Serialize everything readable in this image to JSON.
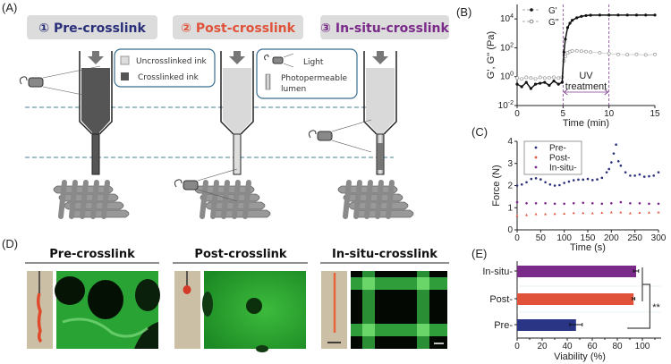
{
  "panel_labels": {
    "a": "(A)",
    "b": "(B)",
    "c": "(C)",
    "d": "(D)",
    "e": "(E)"
  },
  "panel_a": {
    "methods": [
      {
        "label": "① Pre-crosslink",
        "color": "#2a2f7a"
      },
      {
        "label": "② Post-crosslink",
        "color": "#e0533a"
      },
      {
        "label": "③ In-situ-crosslink",
        "color": "#7a2b8a"
      }
    ],
    "legend1": {
      "uncrosslinked": "Uncrosslinked ink",
      "crosslinked": "Crosslinked ink"
    },
    "legend2": {
      "light": "Light",
      "lumen_line1": "Photopermeable",
      "lumen_line2": "lumen"
    }
  },
  "panel_d": {
    "titles": [
      "Pre-crosslink",
      "Post-crosslink",
      "In-situ-crosslink"
    ]
  },
  "chart_data": [
    {
      "id": "B",
      "type": "scatter",
      "xlabel": "Time (min)",
      "ylabel": "G', G'' (Pa)",
      "xlim": [
        0,
        15
      ],
      "ylim_log10": [
        -2,
        5
      ],
      "yscale": "log",
      "xticks": [
        "0",
        "5",
        "10",
        "15"
      ],
      "yticks": [
        {
          "exp": -2,
          "label": "10-2"
        },
        {
          "exp": 0,
          "label": "100"
        },
        {
          "exp": 2,
          "label": "102"
        },
        {
          "exp": 4,
          "label": "104"
        }
      ],
      "annotation": {
        "line1": "UV",
        "line2": "treatment",
        "from": 5,
        "to": 10,
        "color": "#7a3a8a"
      },
      "legend": [
        "G'",
        "G''"
      ],
      "x": [
        0,
        0.5,
        1,
        1.5,
        2,
        2.5,
        3,
        3.5,
        4,
        4.5,
        4.9,
        5.1,
        5.25,
        5.5,
        5.75,
        6,
        6.5,
        7,
        7.5,
        8,
        9,
        10,
        11,
        12,
        13,
        14,
        15
      ],
      "series": [
        {
          "name": "G'",
          "values": [
            0.3,
            0.2,
            0.4,
            0.15,
            0.3,
            0.35,
            0.4,
            0.25,
            0.5,
            0.3,
            0.4,
            50,
            400,
            2500,
            5000,
            8000,
            12000,
            15000,
            17000,
            18000,
            18500,
            18500,
            18500,
            18500,
            18500,
            18500,
            18500
          ]
        },
        {
          "name": "G''",
          "values": [
            0.8,
            0.7,
            0.9,
            0.8,
            0.7,
            0.9,
            0.8,
            0.85,
            0.9,
            0.8,
            0.9,
            12,
            25,
            45,
            55,
            60,
            62,
            58,
            55,
            50,
            45,
            40,
            35,
            33,
            35,
            32,
            35
          ]
        }
      ]
    },
    {
      "id": "C",
      "type": "scatter",
      "xlabel": "Time (s)",
      "ylabel": "Force (N)",
      "xlim": [
        0,
        300
      ],
      "ylim": [
        0,
        4
      ],
      "xticks": [
        "0",
        "50",
        "100",
        "150",
        "200",
        "250",
        "300"
      ],
      "yticks": [
        "0",
        "1",
        "2",
        "3",
        "4"
      ],
      "legend": [
        "Pre-",
        "Post-",
        "In-situ-"
      ],
      "series": [
        {
          "name": "Pre-",
          "color": "#2a2f7a",
          "x": [
            0,
            10,
            20,
            30,
            40,
            50,
            60,
            70,
            80,
            90,
            100,
            110,
            120,
            130,
            140,
            150,
            160,
            170,
            180,
            190,
            195,
            200,
            205,
            210,
            215,
            220,
            230,
            240,
            250,
            260,
            270,
            280,
            290,
            300
          ],
          "values": [
            2.0,
            2.05,
            2.15,
            2.3,
            2.33,
            2.28,
            2.15,
            2.05,
            2.0,
            2.02,
            2.12,
            2.18,
            2.24,
            2.27,
            2.27,
            2.3,
            2.25,
            2.28,
            2.35,
            2.6,
            2.75,
            3.05,
            3.45,
            3.85,
            3.1,
            2.9,
            2.6,
            2.45,
            2.45,
            2.5,
            2.4,
            2.42,
            2.45,
            2.6
          ]
        },
        {
          "name": "Post-",
          "color": "#e0533a",
          "x": [
            0,
            20,
            40,
            60,
            80,
            100,
            120,
            140,
            160,
            180,
            200,
            220,
            240,
            260,
            280,
            300
          ],
          "values": [
            0.65,
            0.68,
            0.72,
            0.72,
            0.73,
            0.74,
            0.77,
            0.77,
            0.76,
            0.78,
            0.8,
            0.8,
            0.76,
            0.78,
            0.79,
            0.8
          ]
        },
        {
          "name": "In-situ-",
          "color": "#7a2b8a",
          "x": [
            0,
            20,
            40,
            60,
            80,
            100,
            120,
            140,
            160,
            180,
            200,
            220,
            240,
            260,
            280,
            300
          ],
          "values": [
            1.25,
            1.2,
            1.2,
            1.2,
            1.18,
            1.18,
            1.2,
            1.22,
            1.2,
            1.18,
            1.2,
            1.25,
            1.2,
            1.2,
            1.18,
            1.18
          ]
        }
      ]
    },
    {
      "id": "E",
      "type": "bar",
      "orientation": "horizontal",
      "xlabel": "Viability (%)",
      "xlim": [
        0,
        115
      ],
      "xticks": [
        "0",
        "20",
        "40",
        "60",
        "80",
        "100"
      ],
      "categories": [
        "In-situ-",
        "Post-",
        "Pre-"
      ],
      "values": [
        95,
        93,
        47
      ],
      "errors": [
        2,
        1,
        5
      ],
      "colors": [
        "#7a2b8a",
        "#e0533a",
        "#2a3585"
      ],
      "significance": "**"
    }
  ]
}
